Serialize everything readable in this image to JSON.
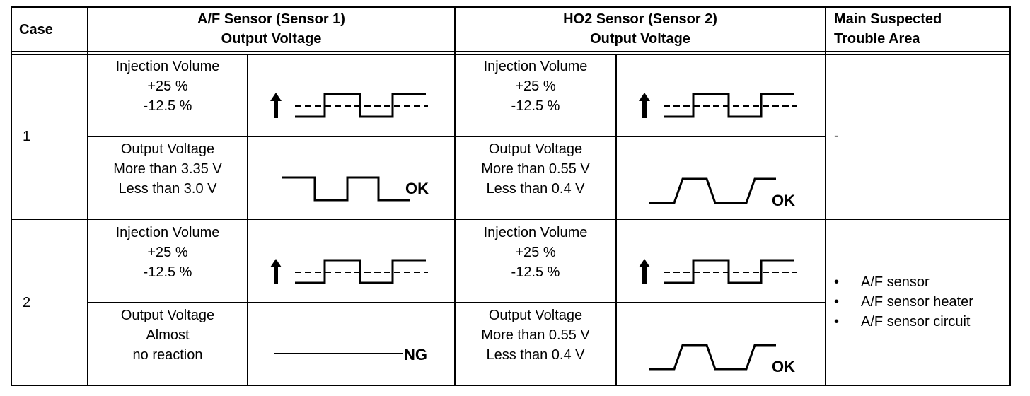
{
  "table": {
    "headers": {
      "case": "Case",
      "af_sensor": [
        "A/F Sensor (Sensor 1)",
        "Output Voltage"
      ],
      "ho2_sensor": [
        "HO2 Sensor (Sensor 2)",
        "Output Voltage"
      ],
      "trouble": [
        "Main Suspected",
        "Trouble Area"
      ]
    },
    "cases": [
      {
        "number": "1",
        "injection_af": [
          "Injection Volume",
          "+25 %",
          "-12.5 %"
        ],
        "injection_ho2": [
          "Injection Volume",
          "+25 %",
          "-12.5 %"
        ],
        "output_af": [
          "Output Voltage",
          "More than 3.35 V",
          "Less than 3.0 V"
        ],
        "output_af_result": "OK",
        "output_ho2": [
          "Output Voltage",
          "More than 0.55 V",
          "Less than 0.4 V"
        ],
        "output_ho2_result": "OK",
        "trouble": "-"
      },
      {
        "number": "2",
        "injection_af": [
          "Injection Volume",
          "+25 %",
          "-12.5 %"
        ],
        "injection_ho2": [
          "Injection Volume",
          "+25 %",
          "-12.5 %"
        ],
        "output_af": [
          "Output Voltage",
          "Almost",
          "no reaction"
        ],
        "output_af_result": "NG",
        "output_ho2": [
          "Output Voltage",
          "More than 0.55 V",
          "Less than 0.4 V"
        ],
        "output_ho2_result": "OK",
        "trouble_list": [
          "A/F sensor",
          "A/F sensor heater",
          "A/F sensor circuit"
        ]
      }
    ]
  }
}
